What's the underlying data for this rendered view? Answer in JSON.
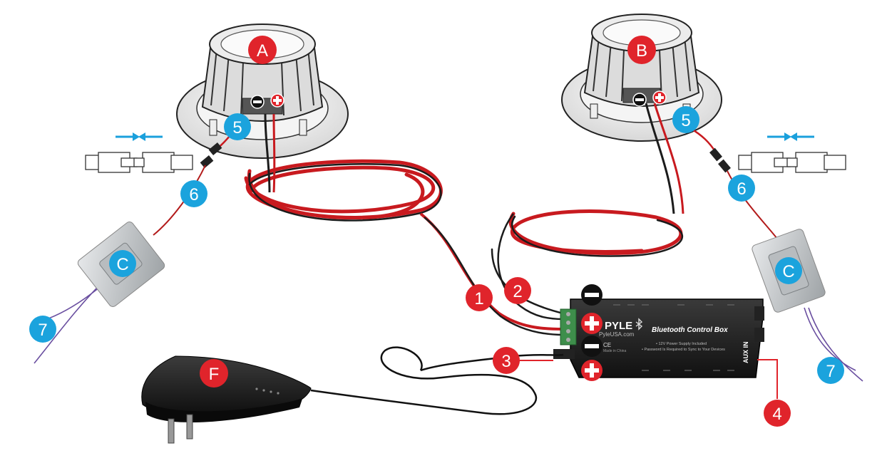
{
  "colors": {
    "red_badge": "#e0242b",
    "blue_badge": "#1ba3dd",
    "wire_red": "#c81a1f",
    "wire_black": "#1b1b1b",
    "arrow_blue": "#1aa0dc",
    "box_black": "#1e1e1e",
    "terminal_green": "#3e8e4b",
    "module_grey": "#c9ccce"
  },
  "component_labels": {
    "speaker_a": "A",
    "speaker_b": "B",
    "module_left": "C",
    "module_right": "C",
    "adapter": "F"
  },
  "number_labels": {
    "n1": "1",
    "n2": "2",
    "n3": "3",
    "n4": "4",
    "n5_left": "5",
    "n5_right": "5",
    "n6_left": "6",
    "n6_right": "6",
    "n7_left": "7",
    "n7_right": "7"
  },
  "polarity": {
    "minus": "−",
    "plus": "+"
  },
  "control_box": {
    "brand": "PYLE",
    "url": "PyleUSA.com",
    "title": "Bluetooth Control Box",
    "line1": "• 12V Power Supply Included",
    "line2": "• Password Is Required to Sync to Your Devices",
    "port": "AUX IN",
    "cert": "CE",
    "origin": "Made in China"
  },
  "icons": {
    "bluetooth": "bluetooth-icon"
  }
}
